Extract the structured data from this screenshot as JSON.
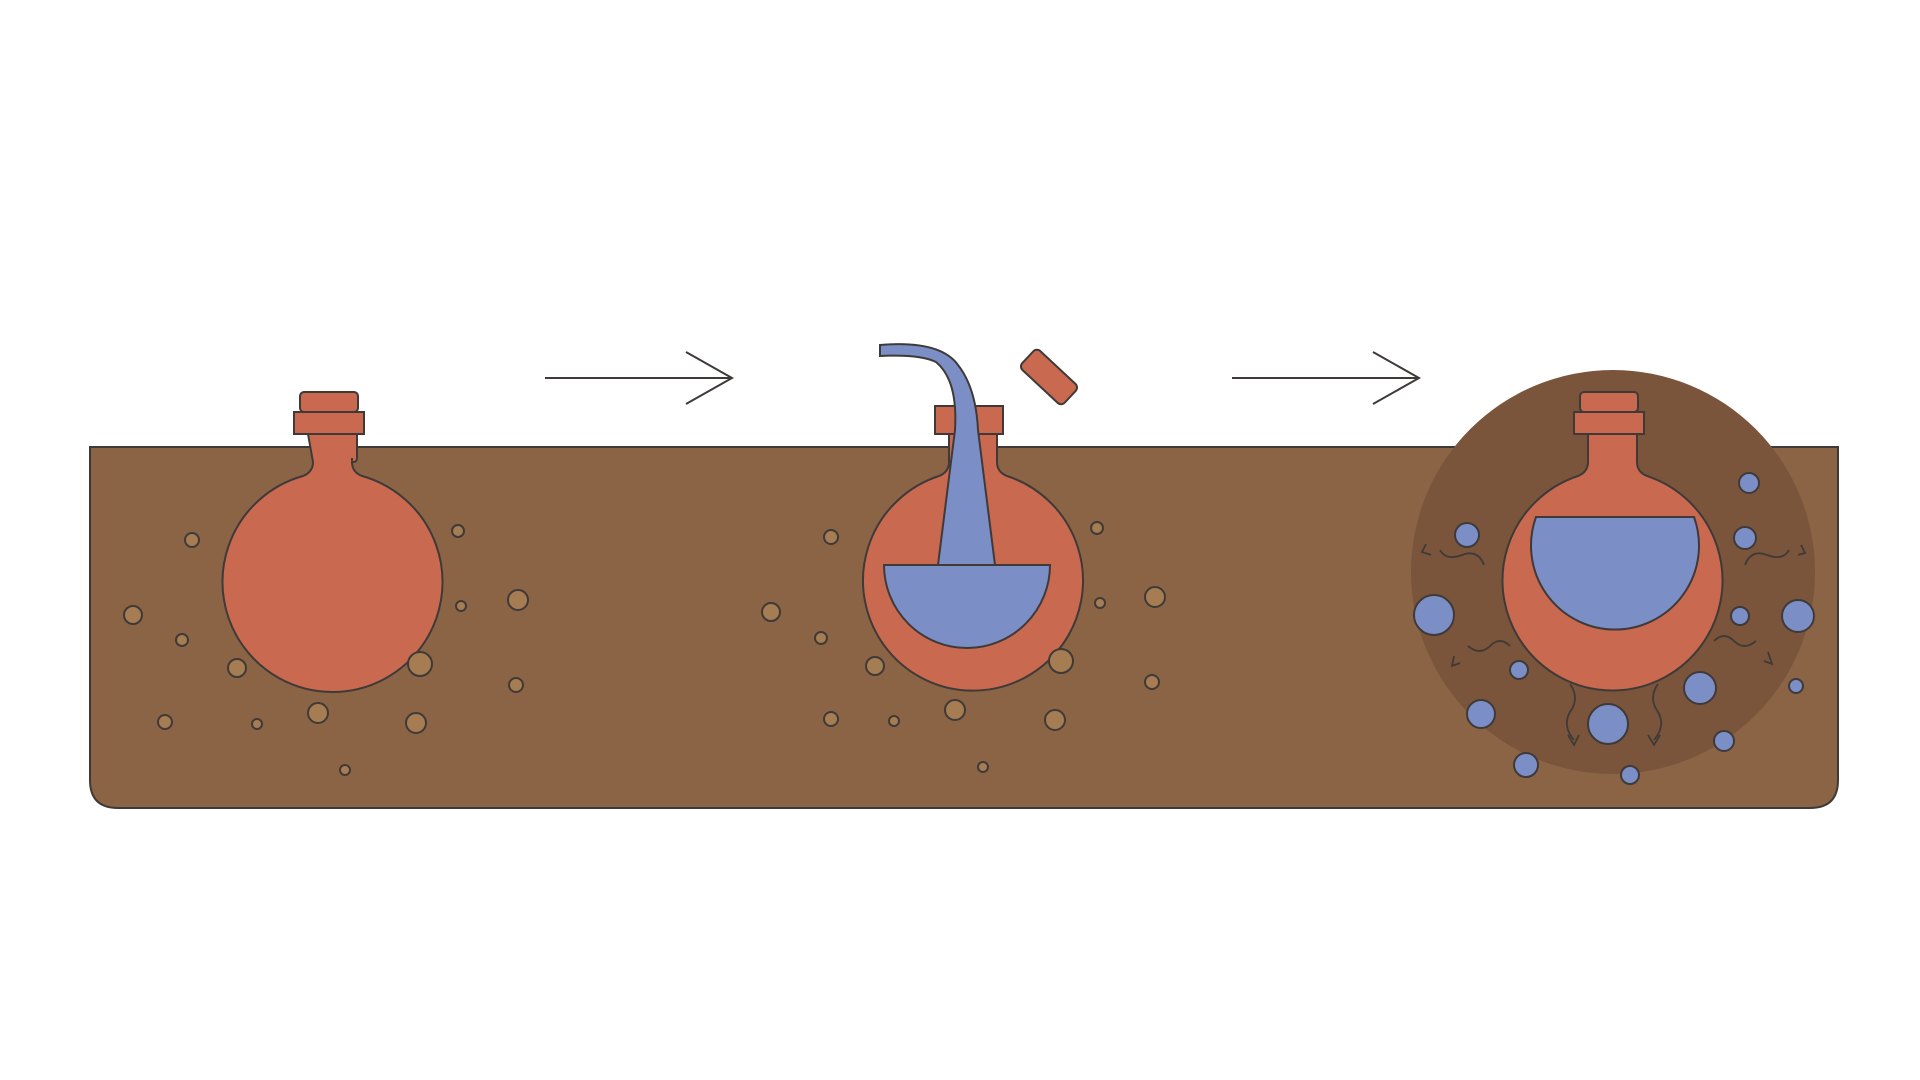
{
  "colors": {
    "background": "#ffffff",
    "soil": "#8b6446",
    "soil_dark": "#7a553b",
    "pot": "#c96a50",
    "water": "#7b8fc6",
    "pebble": "#a67c52",
    "outline": "#3f3a38"
  },
  "stages": [
    {
      "name": "buried-olla",
      "state": "sealed-empty"
    },
    {
      "name": "filling-olla",
      "state": "lid-off-filling-with-water"
    },
    {
      "name": "watering-olla",
      "state": "full-water-seeping-into-soil"
    }
  ],
  "arrows": [
    {
      "from": "buried-olla",
      "to": "filling-olla"
    },
    {
      "from": "filling-olla",
      "to": "watering-olla"
    }
  ],
  "icons": [
    "olla-pot-icon",
    "watering-spout-icon",
    "lid-icon",
    "arrow-right-icon",
    "water-droplet-icon",
    "soil-pebble-icon"
  ]
}
